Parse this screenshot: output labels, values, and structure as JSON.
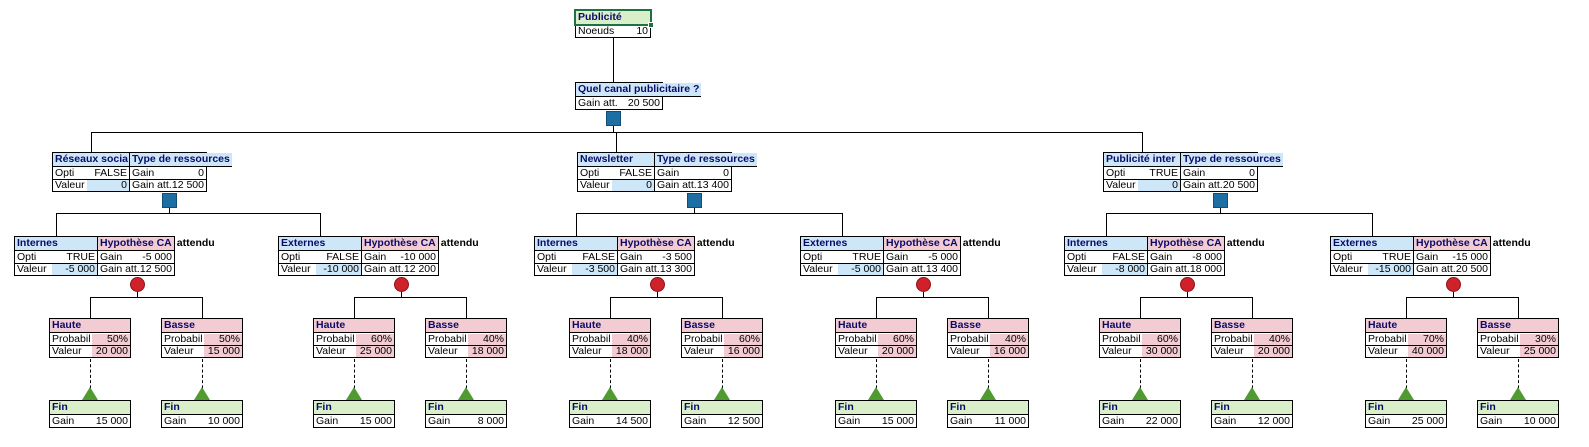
{
  "labels": {
    "opti": "Opti",
    "valeur": "Valeur",
    "gain": "Gain",
    "gain_att": "Gain att.",
    "probabil": "Probabil",
    "noeuds": "Noeuds",
    "fin": "Fin",
    "attendu": "attendu"
  },
  "root": {
    "title": "Publicité",
    "noeuds": "10"
  },
  "decision": {
    "title": "Quel canal publicitaire ?",
    "gain_att": "20 500"
  },
  "branches": [
    {
      "name": "Réseaux socia",
      "node_title": "Type de ressources",
      "opti": "FALSE",
      "valeur": "0",
      "gain": "0",
      "gain_att": "12 500",
      "children": [
        {
          "name": "Internes",
          "node_title": "Hypothèse CA",
          "opti": "TRUE",
          "valeur": "-5 000",
          "gain": "-5 000",
          "gain_att": "12 500",
          "outcomes": [
            {
              "name": "Haute",
              "probabil": "50%",
              "valeur": "20 000",
              "fin_gain": "15 000"
            },
            {
              "name": "Basse",
              "probabil": "50%",
              "valeur": "15 000",
              "fin_gain": "10 000"
            }
          ]
        },
        {
          "name": "Externes",
          "node_title": "Hypothèse CA",
          "opti": "FALSE",
          "valeur": "-10 000",
          "gain": "-10 000",
          "gain_att": "12 200",
          "outcomes": [
            {
              "name": "Haute",
              "probabil": "60%",
              "valeur": "25 000",
              "fin_gain": "15 000"
            },
            {
              "name": "Basse",
              "probabil": "40%",
              "valeur": "18 000",
              "fin_gain": "8 000"
            }
          ]
        }
      ]
    },
    {
      "name": "Newsletter",
      "node_title": "Type de ressources",
      "opti": "FALSE",
      "valeur": "0",
      "gain": "0",
      "gain_att": "13 400",
      "children": [
        {
          "name": "Internes",
          "node_title": "Hypothèse CA",
          "opti": "FALSE",
          "valeur": "-3 500",
          "gain": "-3 500",
          "gain_att": "13 300",
          "outcomes": [
            {
              "name": "Haute",
              "probabil": "40%",
              "valeur": "18 000",
              "fin_gain": "14 500"
            },
            {
              "name": "Basse",
              "probabil": "60%",
              "valeur": "16 000",
              "fin_gain": "12 500"
            }
          ]
        },
        {
          "name": "Externes",
          "node_title": "Hypothèse CA",
          "opti": "TRUE",
          "valeur": "-5 000",
          "gain": "-5 000",
          "gain_att": "13 400",
          "outcomes": [
            {
              "name": "Haute",
              "probabil": "60%",
              "valeur": "20 000",
              "fin_gain": "15 000"
            },
            {
              "name": "Basse",
              "probabil": "40%",
              "valeur": "16 000",
              "fin_gain": "11 000"
            }
          ]
        }
      ]
    },
    {
      "name": "Publicité inter",
      "node_title": "Type de ressources",
      "opti": "TRUE",
      "valeur": "0",
      "gain": "0",
      "gain_att": "20 500",
      "children": [
        {
          "name": "Internes",
          "node_title": "Hypothèse CA",
          "opti": "FALSE",
          "valeur": "-8 000",
          "gain": "-8 000",
          "gain_att": "18 000",
          "outcomes": [
            {
              "name": "Haute",
              "probabil": "60%",
              "valeur": "30 000",
              "fin_gain": "22 000"
            },
            {
              "name": "Basse",
              "probabil": "40%",
              "valeur": "20 000",
              "fin_gain": "12 000"
            }
          ]
        },
        {
          "name": "Externes",
          "node_title": "Hypothèse CA",
          "opti": "TRUE",
          "valeur": "-15 000",
          "gain": "-15 000",
          "gain_att": "20 500",
          "outcomes": [
            {
              "name": "Haute",
              "probabil": "70%",
              "valeur": "40 000",
              "fin_gain": "25 000"
            },
            {
              "name": "Basse",
              "probabil": "30%",
              "valeur": "25 000",
              "fin_gain": "10 000"
            }
          ]
        }
      ]
    }
  ],
  "colors": {
    "header_text": "#0a0a6b",
    "blue_fill": "#cde7f8",
    "green_fill": "#d9efca",
    "pink_fill": "#f2ccd2",
    "decision_node": "#1d6fa3",
    "chance_node": "#cf2129",
    "end_node": "#4f9a31",
    "selection": "#1e7145"
  }
}
